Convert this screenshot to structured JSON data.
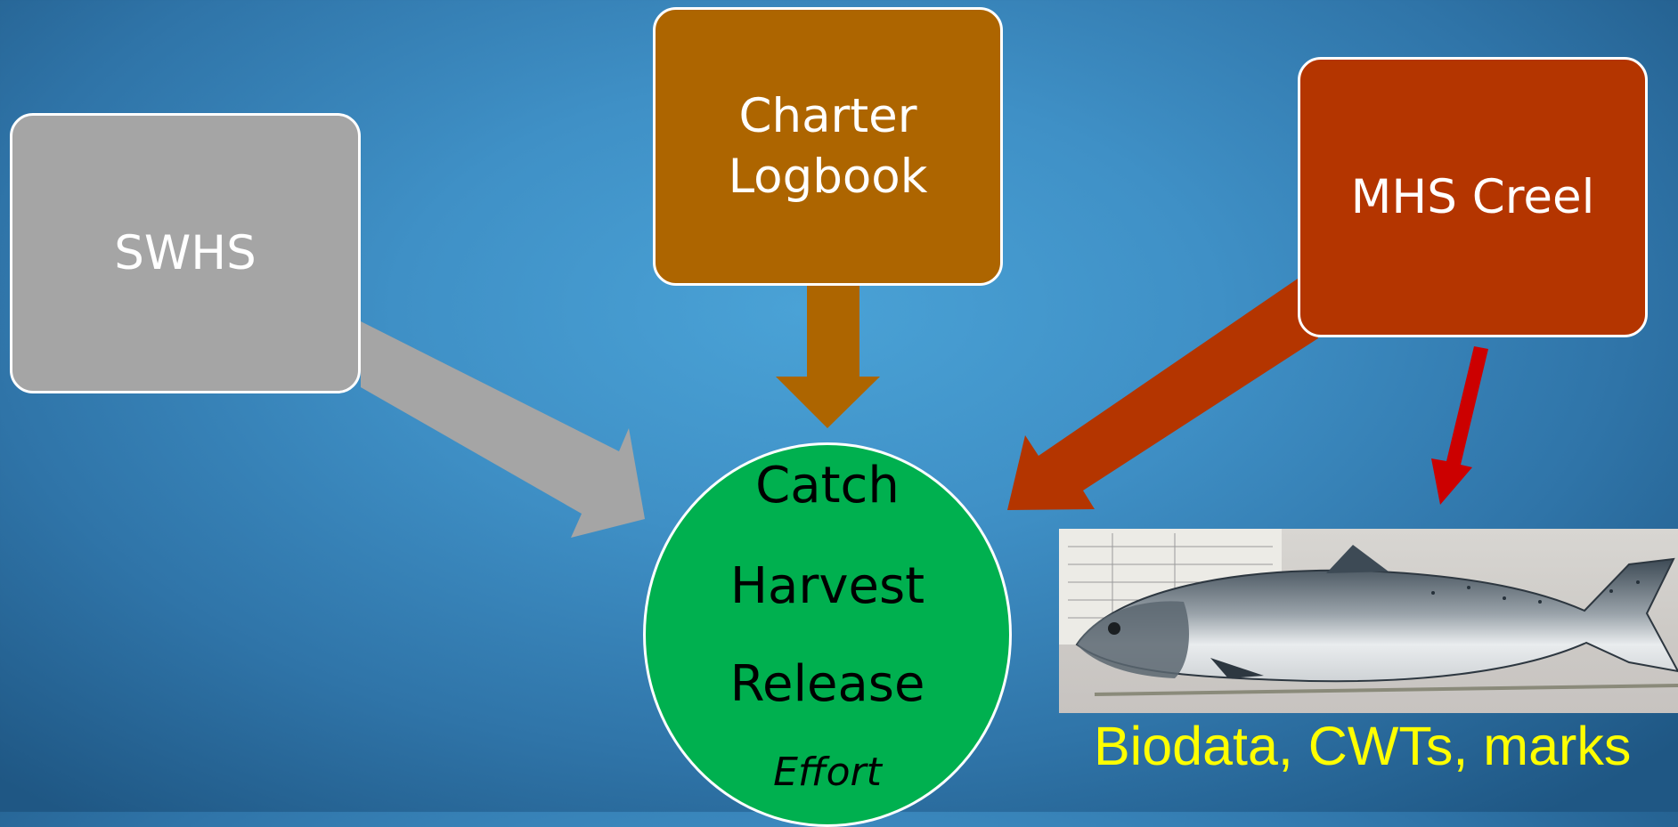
{
  "boxes": {
    "swhs": "SWHS",
    "charter": "Charter\nLogbook",
    "mhs": "MHS Creel"
  },
  "center": {
    "line1": "Catch",
    "line2": "Harvest",
    "line3": "Release",
    "line4": "Effort"
  },
  "caption": "Biodata, CWTs, marks",
  "colors": {
    "swhs": "#a5a5a5",
    "charter": "#ad6500",
    "mhs": "#b43500",
    "center": "#00b04f",
    "red_arrow": "#cc0000",
    "caption": "#ffff00"
  }
}
